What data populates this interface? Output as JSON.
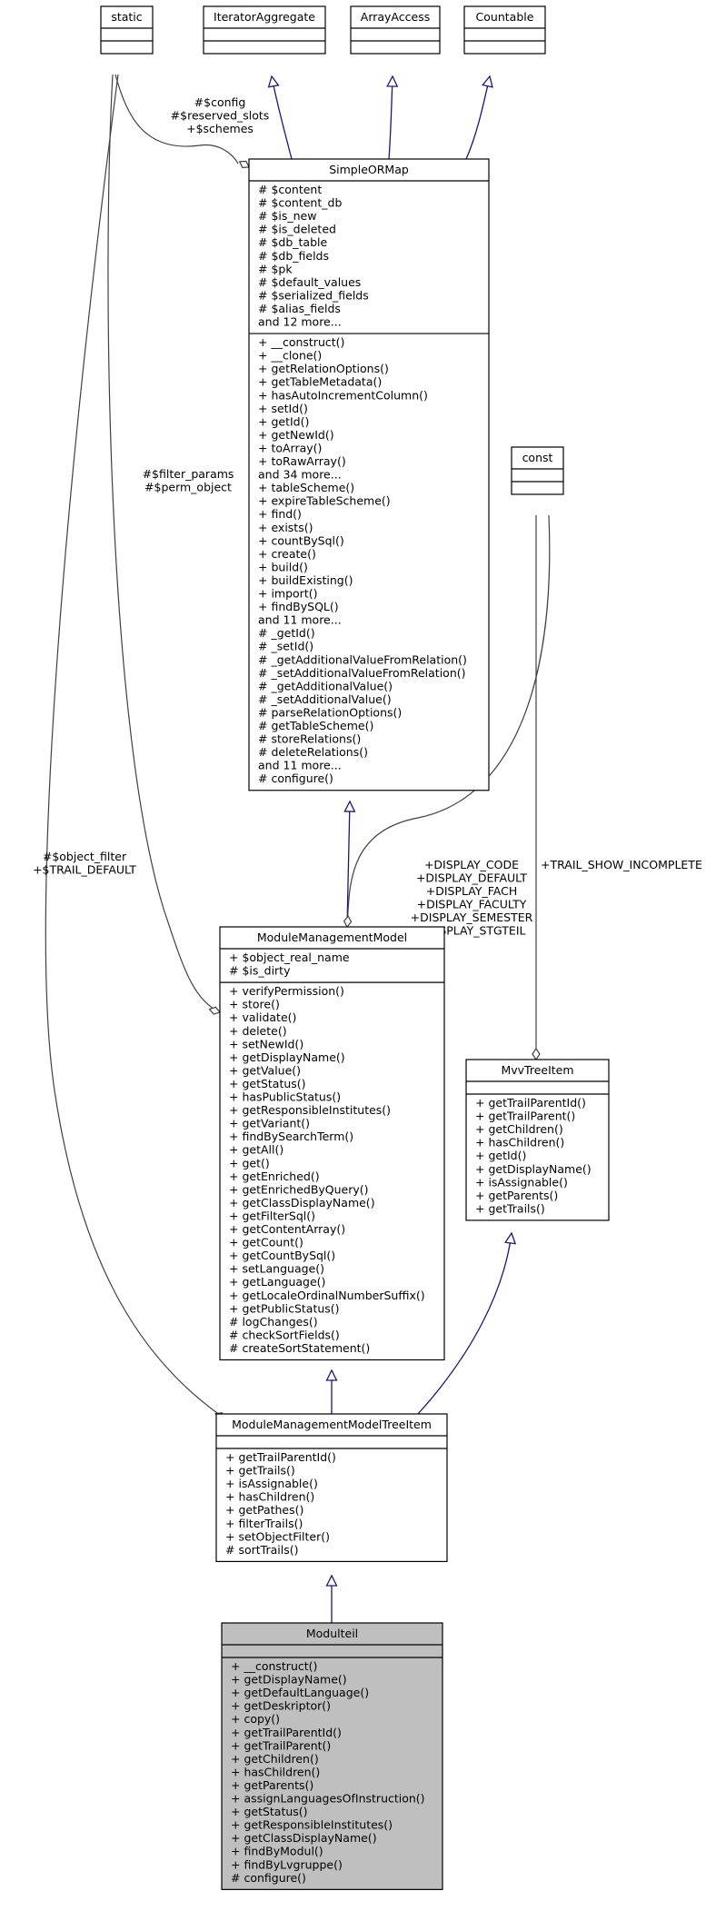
{
  "diagram": {
    "colors": {
      "box_fill": "#ffffff",
      "highlight_fill": "#bfbfbf",
      "border": "#000000",
      "inheritance": "#191970",
      "association": "#404040"
    },
    "classes": {
      "static": {
        "name": "static",
        "attributes": [],
        "methods": []
      },
      "iterator": {
        "name": "IteratorAggregate",
        "attributes": [],
        "methods": []
      },
      "arrayaccess": {
        "name": "ArrayAccess",
        "attributes": [],
        "methods": []
      },
      "countable": {
        "name": "Countable",
        "attributes": [],
        "methods": []
      },
      "const": {
        "name": "const",
        "attributes": [],
        "methods": []
      },
      "simpleormap": {
        "name": "SimpleORMap",
        "attributes": [
          "# $content",
          "# $content_db",
          "# $is_new",
          "# $is_deleted",
          "# $db_table",
          "# $db_fields",
          "# $pk",
          "# $default_values",
          "# $serialized_fields",
          "# $alias_fields",
          "and 12 more..."
        ],
        "methods": [
          "+ __construct()",
          "+ __clone()",
          "+ getRelationOptions()",
          "+ getTableMetadata()",
          "+ hasAutoIncrementColumn()",
          "+ setId()",
          "+ getId()",
          "+ getNewId()",
          "+ toArray()",
          "+ toRawArray()",
          "and 34 more...",
          "+ tableScheme()",
          "+ expireTableScheme()",
          "+ find()",
          "+ exists()",
          "+ countBySql()",
          "+ create()",
          "+ build()",
          "+ buildExisting()",
          "+ import()",
          "+ findBySQL()",
          "and 11 more...",
          "# _getId()",
          "# _setId()",
          "# _getAdditionalValueFromRelation()",
          "# _setAdditionalValueFromRelation()",
          "# _getAdditionalValue()",
          "# _setAdditionalValue()",
          "# parseRelationOptions()",
          "# getTableScheme()",
          "# storeRelations()",
          "# deleteRelations()",
          "and 11 more...",
          "# configure()"
        ]
      },
      "mmm": {
        "name": "ModuleManagementModel",
        "attributes": [
          "+ $object_real_name",
          "# $is_dirty"
        ],
        "methods": [
          "+ verifyPermission()",
          "+ store()",
          "+ validate()",
          "+ delete()",
          "+ setNewId()",
          "+ getDisplayName()",
          "+ getValue()",
          "+ getStatus()",
          "+ hasPublicStatus()",
          "+ getResponsibleInstitutes()",
          "+ getVariant()",
          "+ findBySearchTerm()",
          "+ getAll()",
          "+ get()",
          "+ getEnriched()",
          "+ getEnrichedByQuery()",
          "+ getClassDisplayName()",
          "+ getFilterSql()",
          "+ getContentArray()",
          "+ getCount()",
          "+ getCountBySql()",
          "+ setLanguage()",
          "+ getLanguage()",
          "+ getLocaleOrdinalNumberSuffix()",
          "+ getPublicStatus()",
          "# logChanges()",
          "# checkSortFields()",
          "# createSortStatement()"
        ]
      },
      "mvv": {
        "name": "MvvTreeItem",
        "attributes": [],
        "methods": [
          "+ getTrailParentId()",
          "+ getTrailParent()",
          "+ getChildren()",
          "+ hasChildren()",
          "+ getId()",
          "+ getDisplayName()",
          "+ isAssignable()",
          "+ getParents()",
          "+ getTrails()"
        ]
      },
      "mmmti": {
        "name": "ModuleManagementModelTreeItem",
        "attributes": [],
        "methods": [
          "+ getTrailParentId()",
          "+ getTrails()",
          "+ isAssignable()",
          "+ hasChildren()",
          "+ getPathes()",
          "+ filterTrails()",
          "+ setObjectFilter()",
          "# sortTrails()"
        ]
      },
      "modulteil": {
        "name": "Modulteil",
        "attributes": [],
        "methods": [
          "+ __construct()",
          "+ getDisplayName()",
          "+ getDefaultLanguage()",
          "+ getDeskriptor()",
          "+ copy()",
          "+ getTrailParentId()",
          "+ getTrailParent()",
          "+ getChildren()",
          "+ hasChildren()",
          "+ getParents()",
          "+ assignLanguagesOfInstruction()",
          "+ getStatus()",
          "+ getResponsibleInstitutes()",
          "+ getClassDisplayName()",
          "+ findByModul()",
          "+ findByLvgruppe()",
          "# configure()"
        ]
      }
    },
    "labels": {
      "static_simpleormap": [
        "#$config",
        "#$reserved_slots",
        "+$schemes"
      ],
      "static_mmm": [
        "#$filter_params",
        "#$perm_object"
      ],
      "static_mmmti": [
        "#$object_filter",
        "+$TRAIL_DEFAULT"
      ],
      "const_mmm": [
        "+DISPLAY_CODE",
        "+DISPLAY_DEFAULT",
        "+DISPLAY_FACH",
        "+DISPLAY_FACULTY",
        "+DISPLAY_SEMESTER",
        "+DISPLAY_STGTEIL"
      ],
      "const_mvv": [
        "+TRAIL_SHOW_INCOMPLETE"
      ]
    }
  }
}
